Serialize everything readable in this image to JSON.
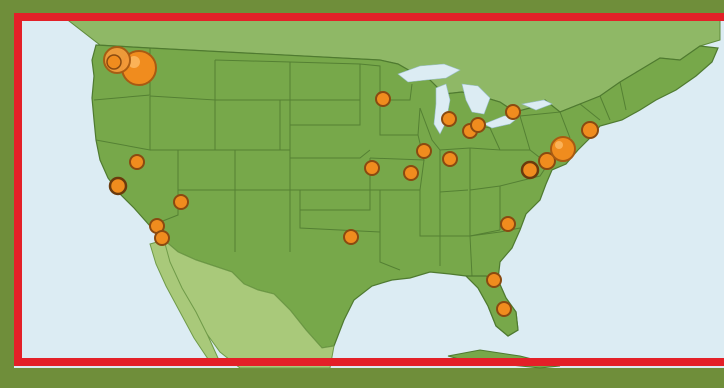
{
  "map": {
    "region": "continental-us",
    "colors": {
      "land": "#77a84a",
      "land_light": "#a9c97a",
      "water": "#dcecf3",
      "border": "#4f7a30",
      "frame": "#6f8e3a",
      "highlight": "#e32028",
      "marker": "#f08c1e",
      "marker_outline": "#8a4a10"
    },
    "markers": [
      {
        "name": "seattle-large",
        "size": "large"
      },
      {
        "name": "seattle",
        "size": "medium"
      },
      {
        "name": "portland",
        "size": "small"
      },
      {
        "name": "boise-area",
        "size": "small"
      },
      {
        "name": "san-francisco",
        "size": "small"
      },
      {
        "name": "reno-area",
        "size": "small"
      },
      {
        "name": "los-angeles",
        "size": "small"
      },
      {
        "name": "san-diego",
        "size": "small"
      },
      {
        "name": "phoenix",
        "size": "small"
      },
      {
        "name": "minneapolis",
        "size": "small"
      },
      {
        "name": "kansas-city",
        "size": "small"
      },
      {
        "name": "dallas",
        "size": "small"
      },
      {
        "name": "st-louis",
        "size": "small"
      },
      {
        "name": "chicago",
        "size": "small"
      },
      {
        "name": "indianapolis",
        "size": "small"
      },
      {
        "name": "milwaukee",
        "size": "small"
      },
      {
        "name": "detroit",
        "size": "small"
      },
      {
        "name": "detroit-2",
        "size": "small"
      },
      {
        "name": "toronto",
        "size": "small"
      },
      {
        "name": "columbus",
        "size": "small"
      },
      {
        "name": "washington-dc",
        "size": "small"
      },
      {
        "name": "philadelphia",
        "size": "small"
      },
      {
        "name": "new-york",
        "size": "large"
      },
      {
        "name": "boston",
        "size": "small"
      },
      {
        "name": "charlotte",
        "size": "small"
      },
      {
        "name": "jacksonville",
        "size": "small"
      },
      {
        "name": "miami",
        "size": "small"
      }
    ]
  }
}
